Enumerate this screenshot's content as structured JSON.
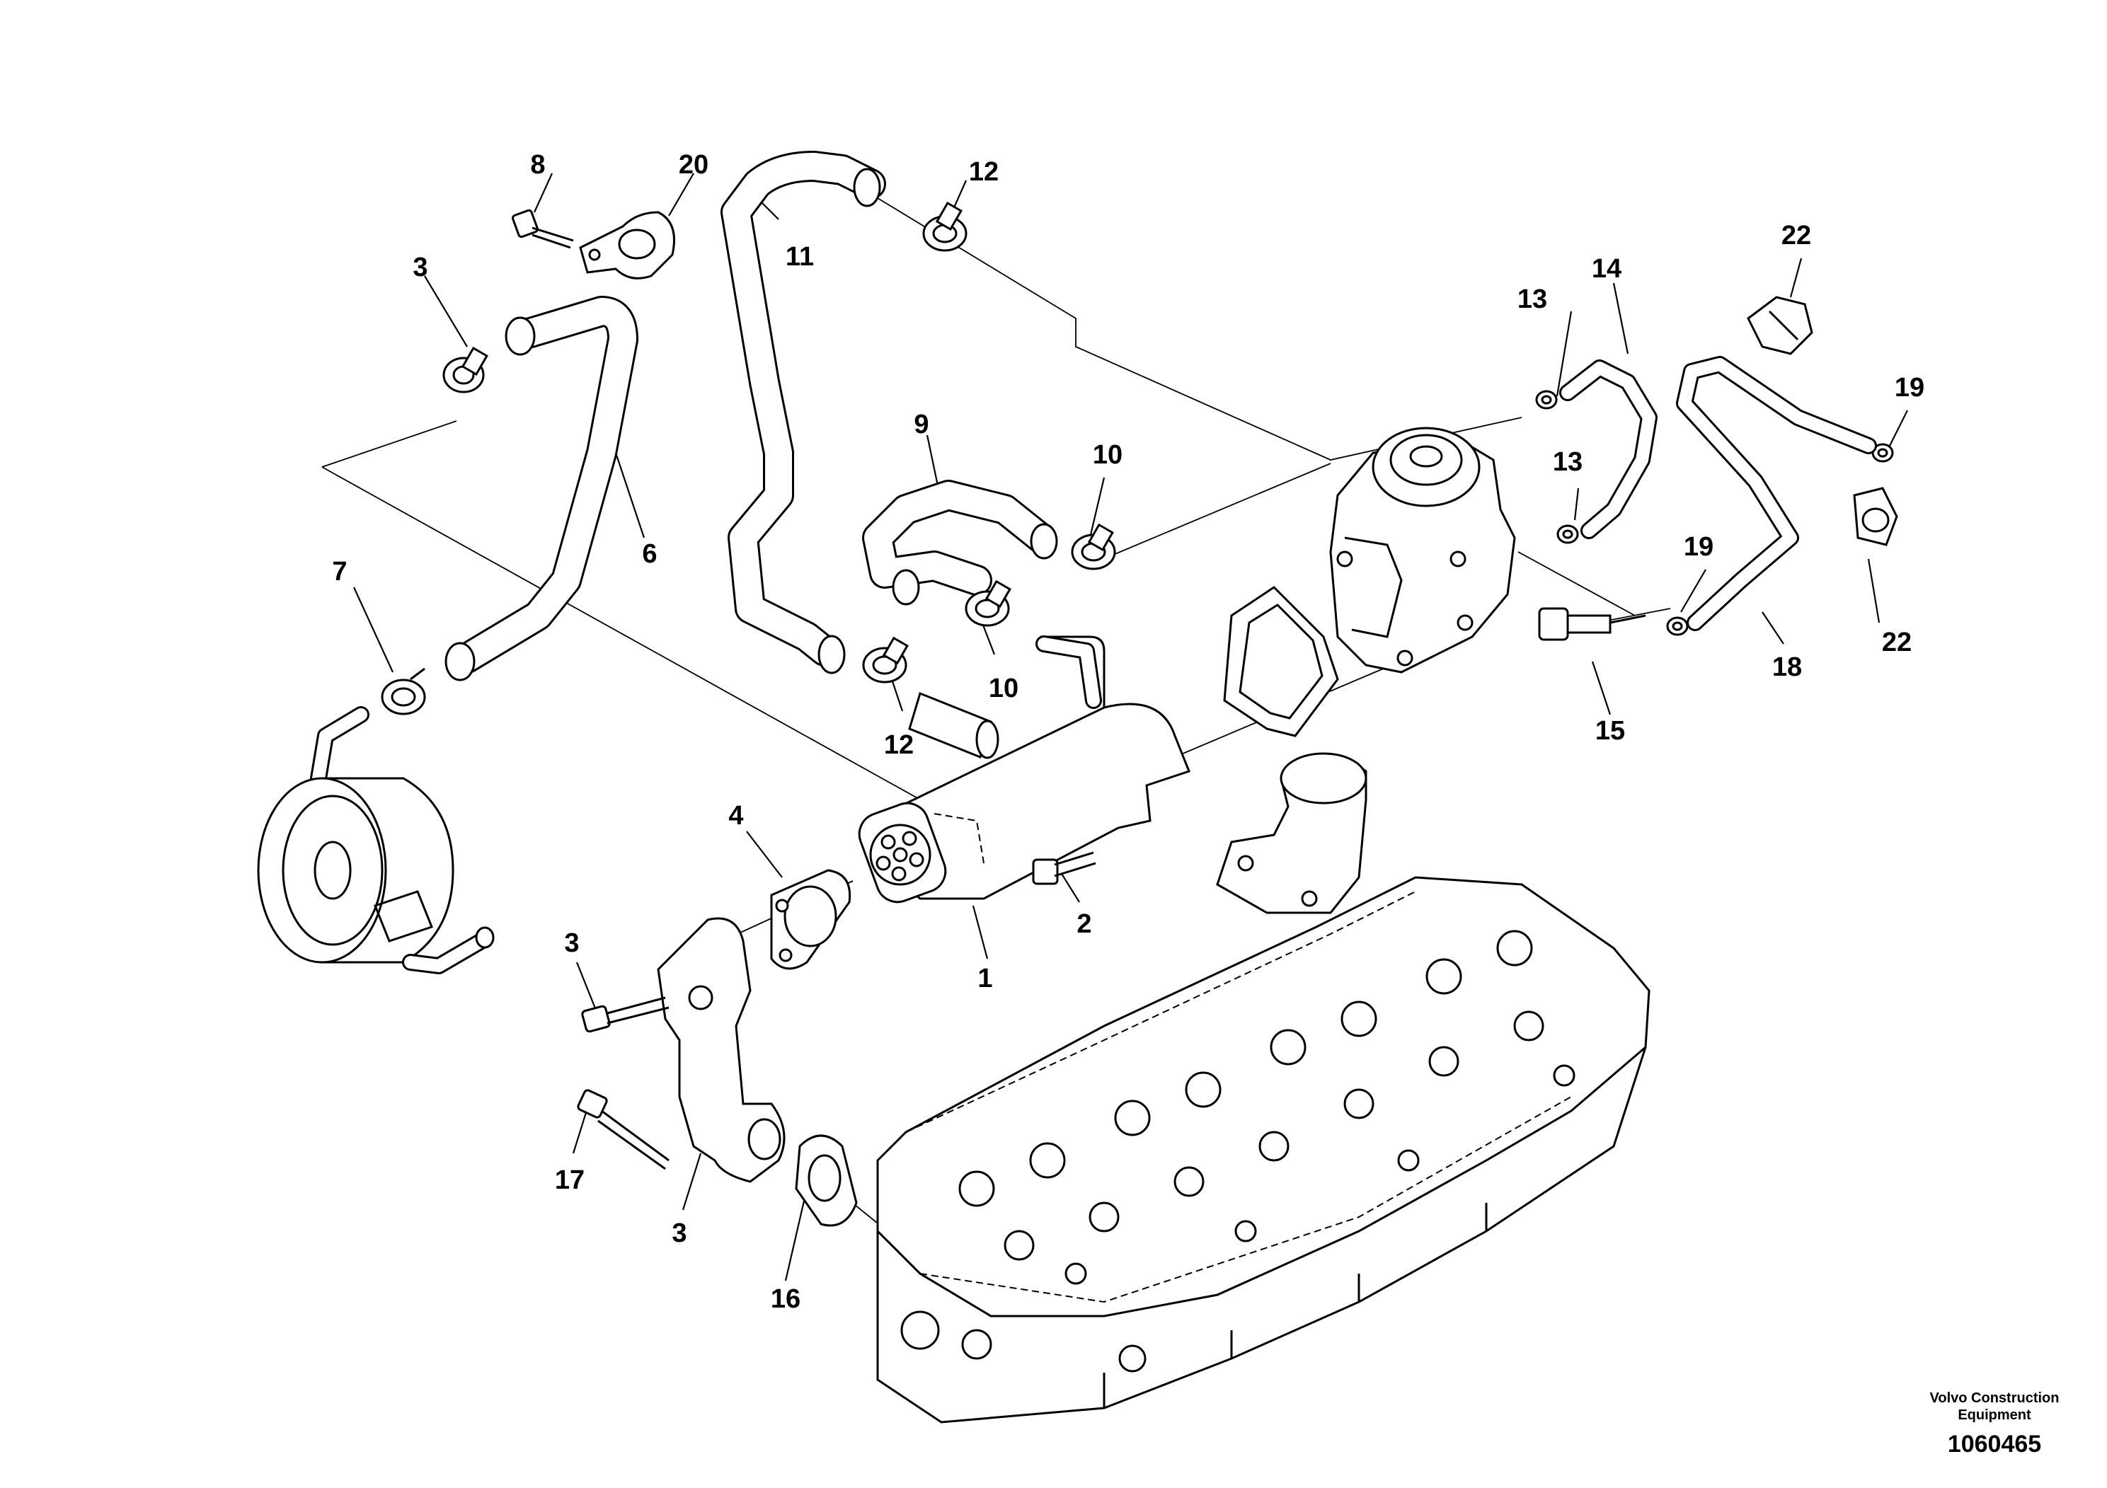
{
  "callouts": [
    {
      "id": "c8",
      "label": "8"
    },
    {
      "id": "c20",
      "label": "20"
    },
    {
      "id": "c3a",
      "label": "3"
    },
    {
      "id": "c11",
      "label": "11"
    },
    {
      "id": "c12a",
      "label": "12"
    },
    {
      "id": "c6",
      "label": "6"
    },
    {
      "id": "c7",
      "label": "7"
    },
    {
      "id": "c9",
      "label": "9"
    },
    {
      "id": "c10a",
      "label": "10"
    },
    {
      "id": "c10b",
      "label": "10"
    },
    {
      "id": "c12b",
      "label": "12"
    },
    {
      "id": "c13a",
      "label": "13"
    },
    {
      "id": "c14",
      "label": "14"
    },
    {
      "id": "c13b",
      "label": "13"
    },
    {
      "id": "c22a",
      "label": "22"
    },
    {
      "id": "c19a",
      "label": "19"
    },
    {
      "id": "c19b",
      "label": "19"
    },
    {
      "id": "c22b",
      "label": "22"
    },
    {
      "id": "c18",
      "label": "18"
    },
    {
      "id": "c15",
      "label": "15"
    },
    {
      "id": "c4",
      "label": "4"
    },
    {
      "id": "c1",
      "label": "1"
    },
    {
      "id": "c2",
      "label": "2"
    },
    {
      "id": "c3b",
      "label": "3"
    },
    {
      "id": "c17",
      "label": "17"
    },
    {
      "id": "c3c",
      "label": "3"
    },
    {
      "id": "c16",
      "label": "16"
    }
  ],
  "footer": {
    "brand_line1": "Volvo Construction",
    "brand_line2": "Equipment",
    "drawing_number": "1060465"
  }
}
